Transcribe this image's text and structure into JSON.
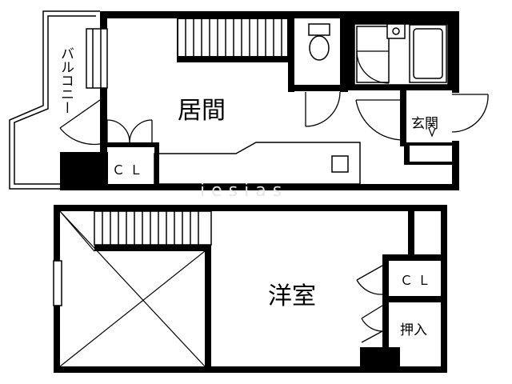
{
  "floor_upper": {
    "living_label": "居間",
    "balcony_label": "バルコニー",
    "closet_label": "ＣＬ",
    "entrance_label": "玄関"
  },
  "floor_lower": {
    "western_room_label": "洋室",
    "closet_label": "ＣＬ",
    "storage_label": "押入"
  },
  "watermark": "iesias"
}
